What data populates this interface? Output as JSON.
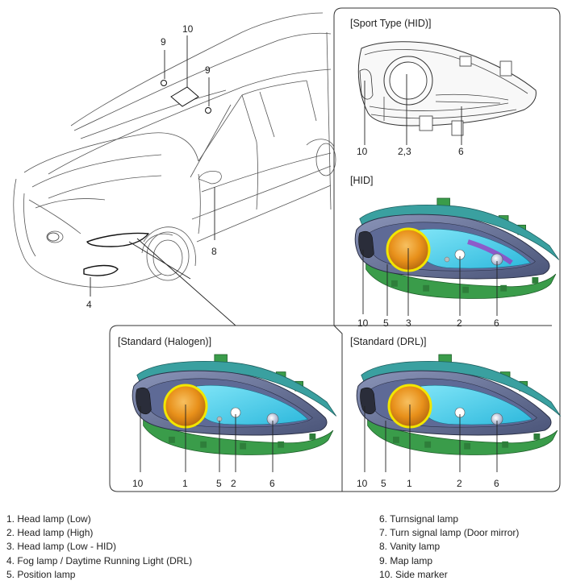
{
  "panels": {
    "sport_hid": {
      "title": "[Sport Type (HID)]",
      "labels": [
        "10",
        "2,3",
        "6"
      ]
    },
    "hid": {
      "title": "[HID]",
      "labels": [
        "10",
        "5",
        "3",
        "2",
        "6"
      ]
    },
    "standard_halogen": {
      "title": "[Standard (Halogen)]",
      "labels": [
        "10",
        "1",
        "5",
        "2",
        "6"
      ]
    },
    "standard_drl": {
      "title": "[Standard (DRL)]",
      "labels": [
        "10",
        "5",
        "1",
        "2",
        "6"
      ]
    }
  },
  "car_labels": [
    "9",
    "10",
    "9",
    "8",
    "4"
  ],
  "legend": {
    "left": [
      "1. Head lamp (Low)",
      "2. Head lamp (High)",
      "3. Head lamp (Low - HID)",
      "4. Fog lamp / Daytime Running Light (DRL)",
      "5. Position lamp"
    ],
    "right": [
      "6. Turnsignal lamp",
      "7. Turn signal lamp (Door mirror)",
      "8. Vanity lamp",
      "9. Map lamp",
      "10. Side marker"
    ]
  },
  "colors": {
    "lamp_outer": "#3a9c4a",
    "lamp_housing": "#6f8fd0",
    "lamp_blue": "#56d4ef",
    "lamp_amber": "#e8901a",
    "lamp_yellow": "#f2e600",
    "lamp_purple": "#9a3fc2",
    "line": "#333333"
  }
}
